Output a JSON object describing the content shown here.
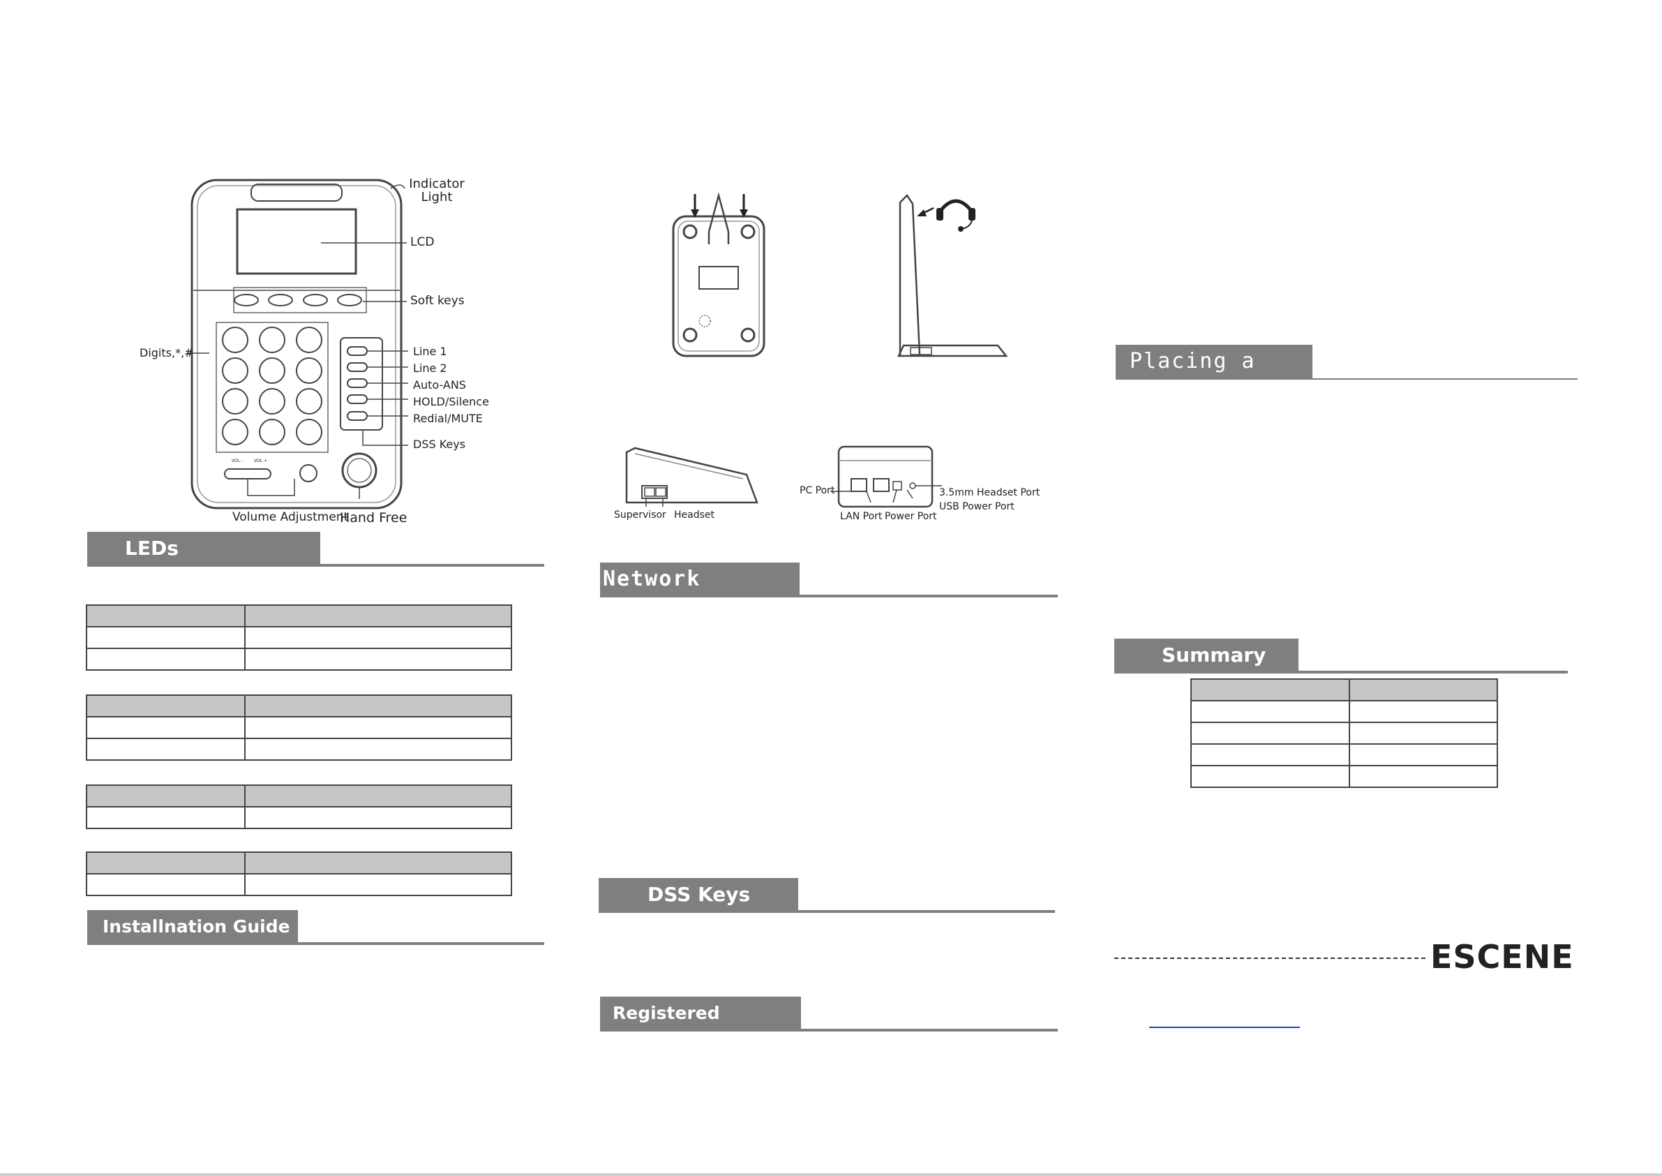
{
  "phone_diagram": {
    "indicator_light": "Indicator Light",
    "lcd": "LCD",
    "soft_keys": "Soft keys",
    "digits": "Digits,*,#",
    "line1": "Line 1",
    "line2": "Line 2",
    "auto_ans": "Auto-ANS",
    "hold_silence": "HOLD/Silence",
    "redial_mute": "Redial/MUTE",
    "dss_keys": "DSS Keys",
    "volume_adjustment": "Volume Adjustment",
    "hand_free": "Hand Free",
    "vol_minus": "VOL -",
    "vol_plus": "VOL +"
  },
  "install_diagram": {
    "supervisor": "Supervisor",
    "headset": "Headset",
    "pc_port": "PC Port",
    "lan_port": "LAN Port",
    "power_port": "Power Port",
    "headset_port": "3.5mm Headset Port",
    "usb_power_port": "USB Power Port"
  },
  "sections": {
    "leds": "LEDs",
    "installation_guide": "Installnation Guide",
    "network_setting": "Network Setting",
    "dss_keys": "DSS Keys",
    "registered_account": "Registered Account",
    "placing_a_call": "Placing a Call",
    "summary": "Summary"
  },
  "brand": {
    "logo_text": "ESCENE"
  },
  "colors": {
    "header_bg": "#7f7f7f",
    "table_head_bg": "#c6c6c6",
    "link": "#1f3fd6"
  }
}
